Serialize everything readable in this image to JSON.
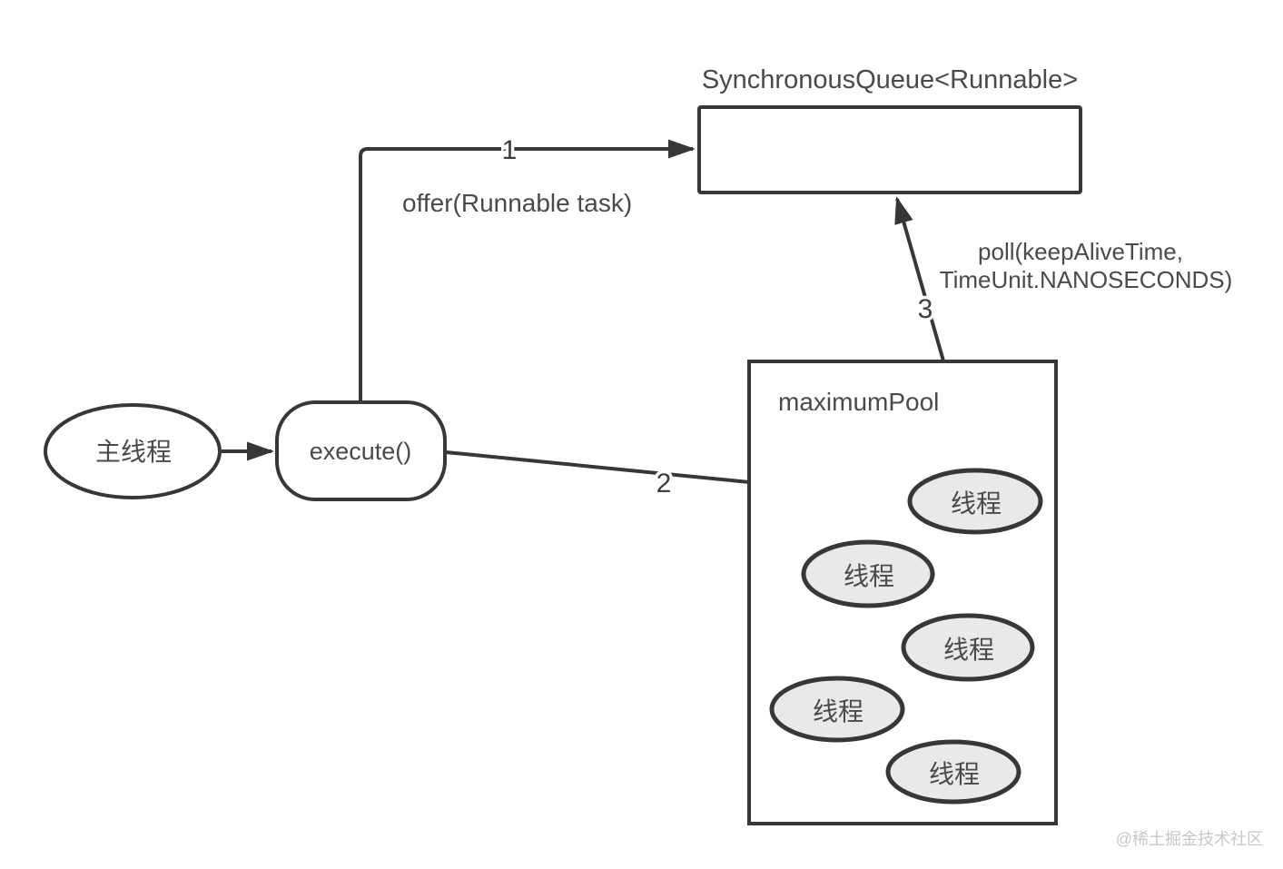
{
  "queue": {
    "title": "SynchronousQueue<Runnable>"
  },
  "flow": {
    "offer_label": "offer(Runnable task)",
    "poll_label_line1": "poll(keepAliveTime,",
    "poll_label_line2": "TimeUnit.NANOSECONDS)",
    "step1": "1",
    "step2": "2",
    "step3": "3"
  },
  "main_thread": {
    "label": "主线程"
  },
  "execute": {
    "label": "execute()"
  },
  "pool": {
    "title": "maximumPool",
    "threads": [
      {
        "label": "线程"
      },
      {
        "label": "线程"
      },
      {
        "label": "线程"
      },
      {
        "label": "线程"
      },
      {
        "label": "线程"
      }
    ]
  },
  "watermark": "@稀土掘金技术社区",
  "colors": {
    "line": "#373737",
    "text": "#4a4a4a",
    "thread_fill": "#e9e9e9",
    "node_fill": "#ffffff",
    "watermark": "#c8c8c8",
    "background": "#ffffff"
  }
}
